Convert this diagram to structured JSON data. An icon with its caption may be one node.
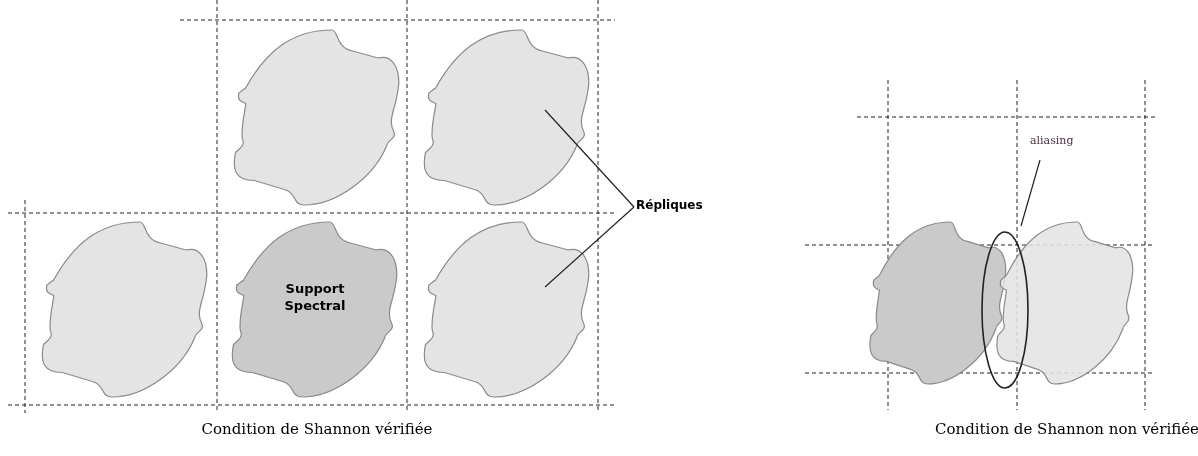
{
  "diagram": {
    "nodes": [
      {
        "text": [],
        "shape": "blob"
      },
      {
        "text": [],
        "shape": "blob"
      },
      {
        "text": [],
        "shape": "blob"
      },
      {
        "text": [
          "Support Spectral"
        ]
      },
      {
        "text": [],
        "shape": "blob"
      },
      {
        "text": [
          "Répliques"
        ]
      },
      {
        "text": [],
        "shape": "blob"
      },
      {
        "text": [],
        "shape": "blob"
      },
      {
        "text": [],
        "shape": "ellipse"
      },
      {
        "text": [
          "aliasing"
        ]
      }
    ],
    "edges": [
      {
        "from": 5,
        "to": 1,
        "arrow": "none"
      },
      {
        "from": 5,
        "to": 4,
        "arrow": "none"
      },
      {
        "from": 9,
        "to": 8,
        "arrow": "none"
      }
    ],
    "labels": [
      "Condition de Shannon vérifiée",
      "Condition de Shannon non vérifiée"
    ]
  }
}
